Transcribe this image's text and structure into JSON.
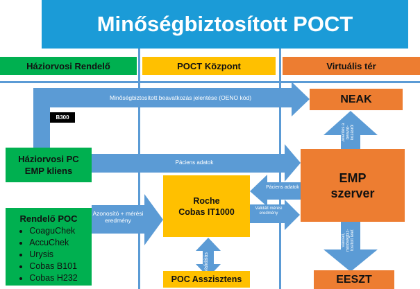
{
  "title": "Minőségbiztosított POCT",
  "columns": [
    "Háziorvosi Rendelő",
    "POCT Központ",
    "Virtuális tér"
  ],
  "boxes": {
    "neak": "NEAK",
    "b300": "B300",
    "pc_line1": "Háziorvosi PC",
    "pc_line2": "EMP kliens",
    "emp_line1": "EMP",
    "emp_line2": "szerver",
    "roche_line1": "Roche",
    "roche_line2": "Cobas IT1000",
    "poc_title": "Rendelő POC",
    "poc_items": [
      "CoaguChek",
      "AccuChek",
      "Urysis",
      "Cobas B101",
      "Cobas H232"
    ],
    "asszisztens": "POC Asszisztens",
    "eeszt": "EESZT"
  },
  "arrows": {
    "oeno": "Minőségbiztosított beavatkozás jelentése (OENO kód)",
    "paciens1": "Páciens adatok",
    "paciens2": "Páciens adatok",
    "validalt": "Validált mérési eredmény",
    "azonosito": "Azonosító + mérési eredmény",
    "validalas": "Validálás",
    "jelentes": "Jelentés a beavat-kozásról",
    "lelet": "Validált, minőségbiz-tosított lelet"
  },
  "colors": {
    "blue": "#1b9bd7",
    "arrow": "#5b9bd5",
    "green": "#00b050",
    "orange": "#ed7d31",
    "yellow": "#ffc000"
  }
}
